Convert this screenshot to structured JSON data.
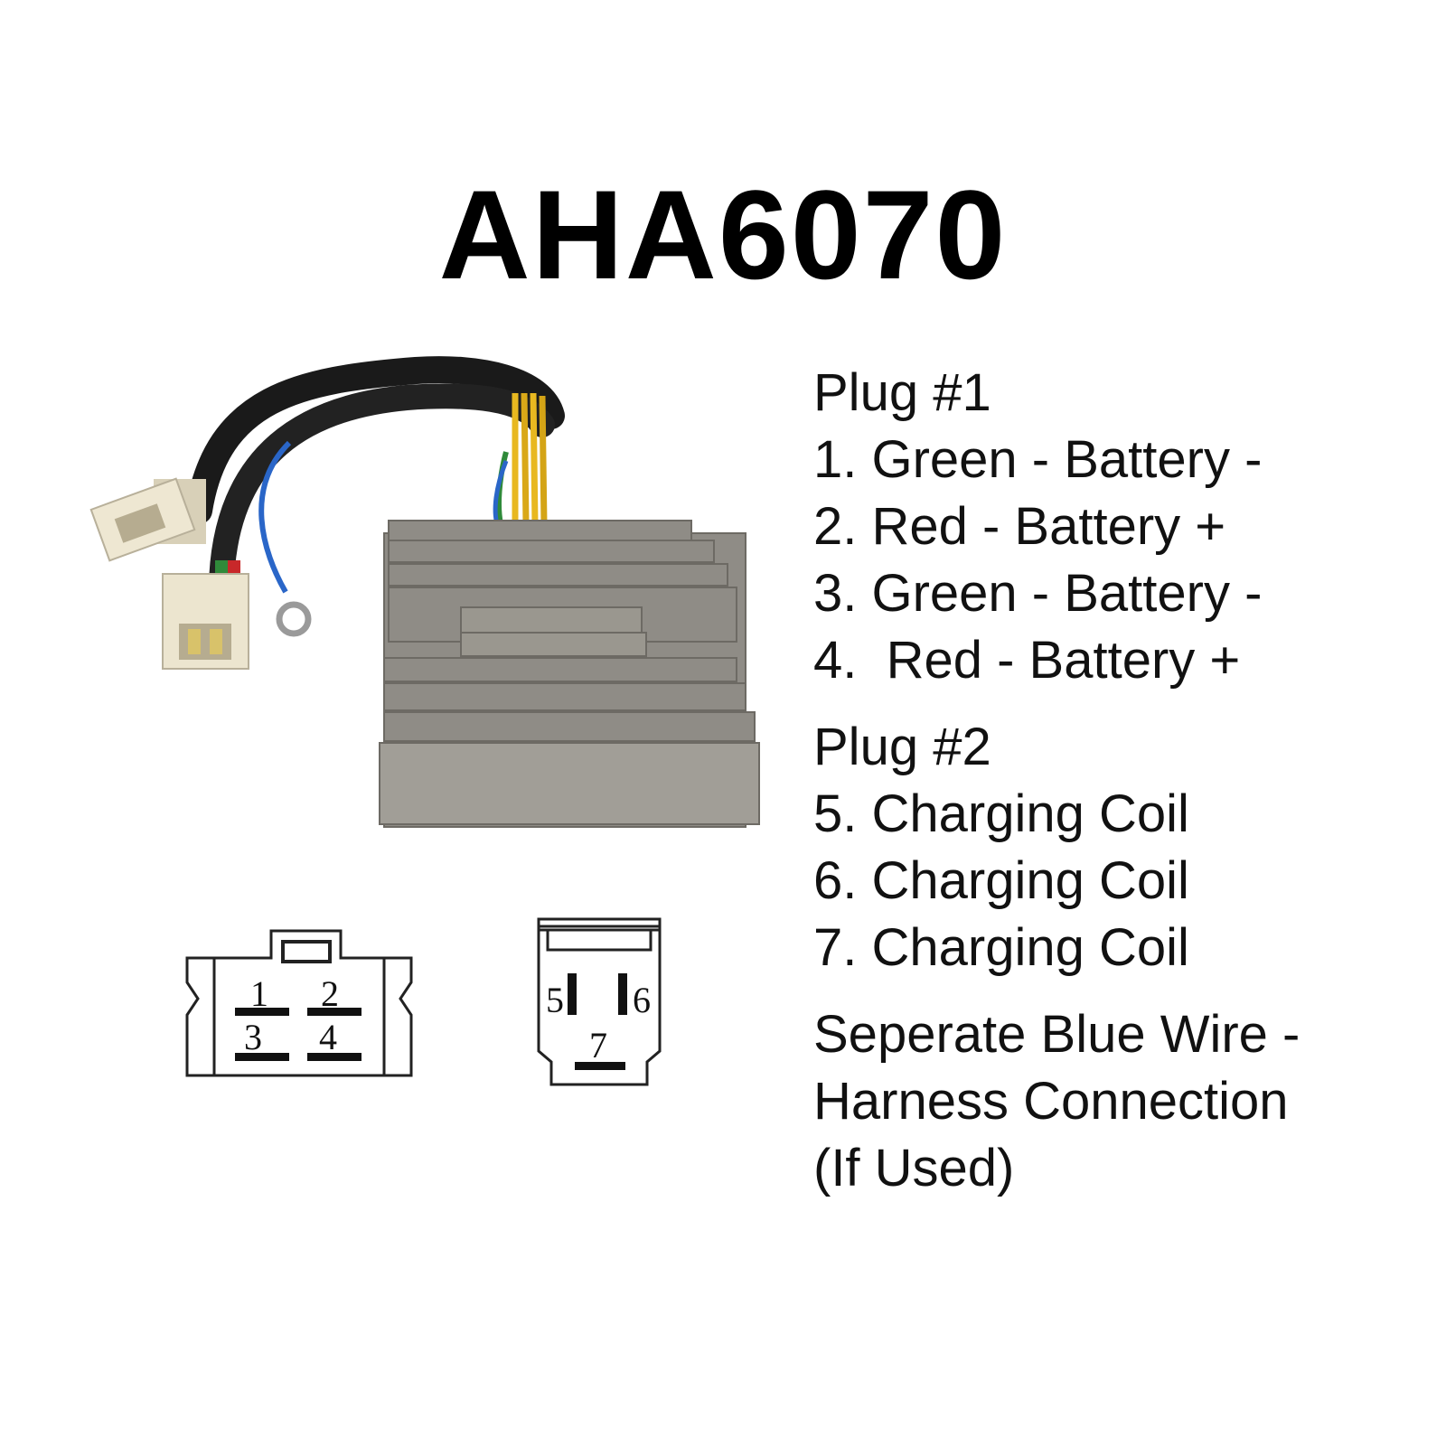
{
  "title": "AHA6070",
  "plug1": {
    "heading": "Plug #1",
    "pins": [
      "1. Green - Battery -",
      "2. Red - Battery +",
      "3. Green - Battery -",
      "4.  Red - Battery +"
    ]
  },
  "plug2": {
    "heading": "Plug #2",
    "pins": [
      "5. Charging Coil",
      "6. Charging Coil",
      "7. Charging Coil"
    ]
  },
  "note": {
    "lines": [
      "Seperate Blue Wire -",
      "Harness Connection",
      "(If Used)"
    ]
  },
  "diagram_labels": {
    "plug1": [
      "1",
      "2",
      "3",
      "4"
    ],
    "plug2": [
      "5",
      "6",
      "7"
    ]
  },
  "colors": {
    "heatsink": "#8f8c86",
    "wire_black": "#1a1a1a",
    "wire_yellow": "#e8b820",
    "wire_blue": "#2a66c8",
    "wire_green": "#2f8a3a",
    "wire_red": "#c8282a",
    "connector": "#e9e2cc"
  }
}
